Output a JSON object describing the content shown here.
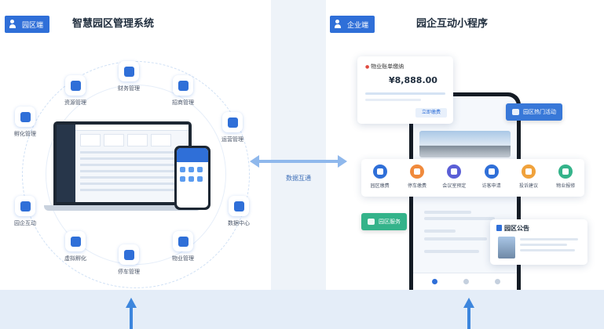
{
  "left_panel": {
    "tag_label": "园区端",
    "title": "智慧园区管理系统",
    "modules": [
      {
        "label": "财务管理",
        "icon": "finance-icon"
      },
      {
        "label": "招商管理",
        "icon": "investment-icon"
      },
      {
        "label": "运营管理",
        "icon": "operations-icon"
      },
      {
        "label": "数据中心",
        "icon": "data-center-icon"
      },
      {
        "label": "物业管理",
        "icon": "property-icon"
      },
      {
        "label": "停车管理",
        "icon": "parking-icon"
      },
      {
        "label": "虚拟孵化",
        "icon": "incubation-icon"
      },
      {
        "label": "园企互动",
        "icon": "interaction-icon"
      },
      {
        "label": "孵化管理",
        "icon": "incubation-management-icon"
      },
      {
        "label": "资源管理",
        "icon": "resource-icon"
      }
    ]
  },
  "middle": {
    "label": "数据互通"
  },
  "right_panel": {
    "tag_label": "企业端",
    "title": "园企互动小程序",
    "balance_card": {
      "title": "物业账单缴纳",
      "amount": "¥8,888.00",
      "button": "立即缴费"
    },
    "hot_activity_pill": "园区热门活动",
    "services": [
      {
        "label": "园区缴费",
        "color": "#2f6fd8"
      },
      {
        "label": "停车缴费",
        "color": "#f08a3c"
      },
      {
        "label": "会议室预定",
        "color": "#5b5fd6"
      },
      {
        "label": "访客申请",
        "color": "#2f6fd8"
      },
      {
        "label": "投诉建议",
        "color": "#f0a23c"
      },
      {
        "label": "物业报修",
        "color": "#34b38a"
      }
    ],
    "services_pill": "园区服务",
    "notice_card": {
      "title": "园区公告"
    }
  }
}
